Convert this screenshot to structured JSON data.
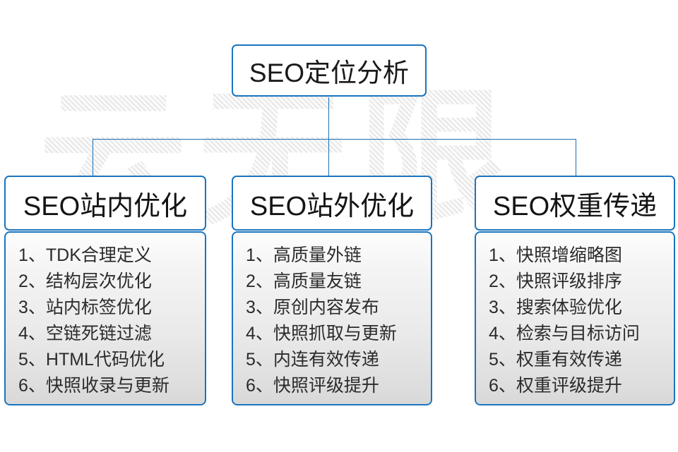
{
  "diagram": {
    "title": "SEO定位分析",
    "watermark": "云无限",
    "accent_color": "#1b74bd",
    "text_color": "#2b2b2b",
    "background_color": "#ffffff",
    "columns": [
      {
        "header": "SEO站内优化",
        "items": [
          "1、TDK合理定义",
          "2、结构层次优化",
          "3、站内标签优化",
          "4、空链死链过滤",
          "5、HTML代码优化",
          "6、快照收录与更新"
        ]
      },
      {
        "header": "SEO站外优化",
        "items": [
          "1、高质量外链",
          "2、高质量友链",
          "3、原创内容发布",
          "4、快照抓取与更新",
          "5、内连有效传递",
          "6、快照评级提升"
        ]
      },
      {
        "header": "SEO权重传递",
        "items": [
          "1、快照增缩略图",
          "2、快照评级排序",
          "3、搜索体验优化",
          "4、检索与目标访问",
          "5、权重有效传递",
          "6、权重评级提升"
        ]
      }
    ]
  }
}
